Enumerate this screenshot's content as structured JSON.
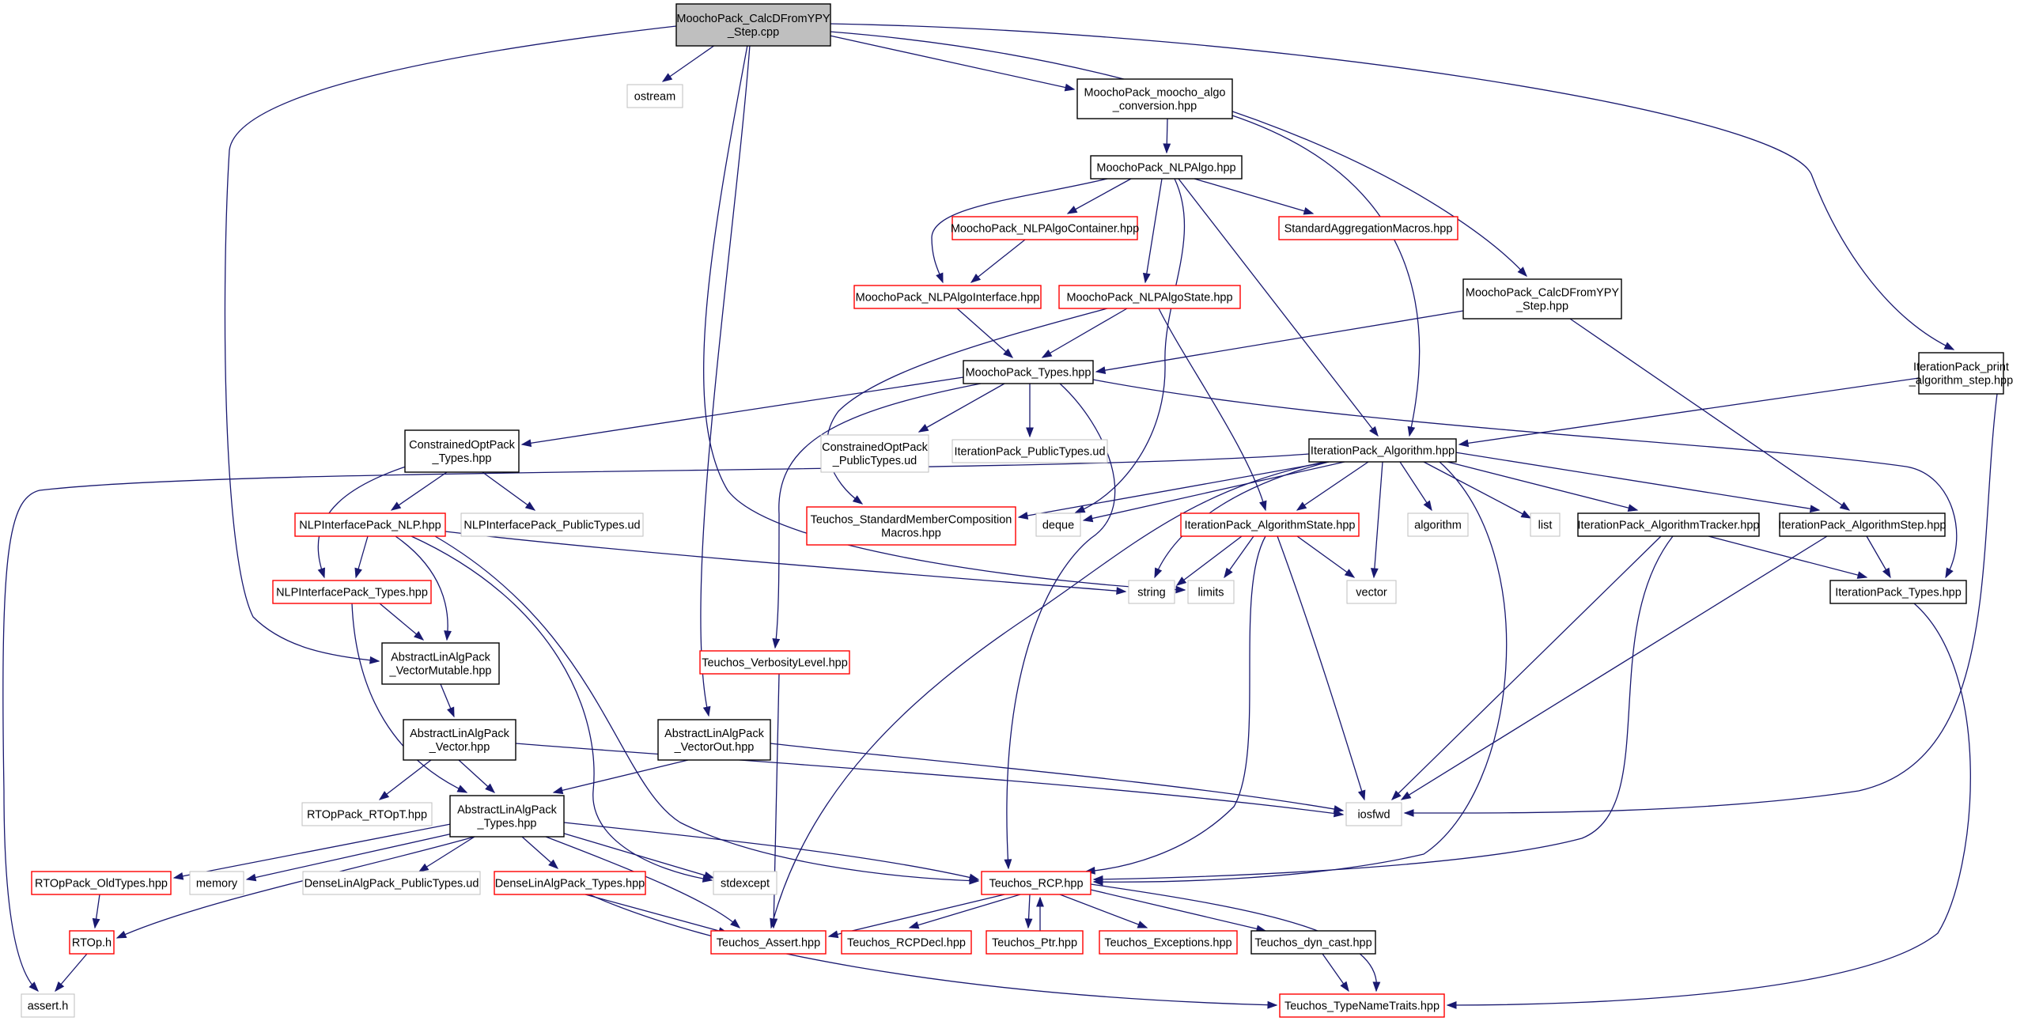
{
  "diagram": {
    "colors": {
      "edge": "#191970",
      "root_fill": "#bfbfbf",
      "documented_border": "#000000",
      "truncated_border": "#ff0000",
      "external_border": "#bfbfbf",
      "text": "#000000"
    },
    "nodes": [
      {
        "id": "root",
        "kind": "root",
        "lines": [
          "MoochoPack_CalcDFromYPY",
          "_Step.cpp"
        ]
      },
      {
        "id": "ostream",
        "kind": "external",
        "lines": [
          "ostream"
        ]
      },
      {
        "id": "moocho_algo_conversion",
        "kind": "documented",
        "lines": [
          "MoochoPack_moocho_algo",
          "_conversion.hpp"
        ]
      },
      {
        "id": "nlpalgo",
        "kind": "documented",
        "lines": [
          "MoochoPack_NLPAlgo.hpp"
        ]
      },
      {
        "id": "nlpalgocontainer",
        "kind": "truncated",
        "lines": [
          "MoochoPack_NLPAlgoContainer.hpp"
        ]
      },
      {
        "id": "standardaggregation",
        "kind": "truncated",
        "lines": [
          "StandardAggregationMacros.hpp"
        ]
      },
      {
        "id": "calcdfromypy_hpp",
        "kind": "documented",
        "lines": [
          "MoochoPack_CalcDFromYPY",
          "_Step.hpp"
        ]
      },
      {
        "id": "nlpalgointerface",
        "kind": "truncated",
        "lines": [
          "MoochoPack_NLPAlgoInterface.hpp"
        ]
      },
      {
        "id": "nlpalgostate",
        "kind": "truncated",
        "lines": [
          "MoochoPack_NLPAlgoState.hpp"
        ]
      },
      {
        "id": "moocho_types",
        "kind": "documented",
        "lines": [
          "MoochoPack_Types.hpp"
        ]
      },
      {
        "id": "print_algorithm_step",
        "kind": "documented",
        "lines": [
          "IterationPack_print",
          "_algorithm_step.hpp"
        ]
      },
      {
        "id": "constrainedopt_types",
        "kind": "documented",
        "lines": [
          "ConstrainedOptPack",
          "_Types.hpp"
        ]
      },
      {
        "id": "constrainedopt_publictypes",
        "kind": "external",
        "lines": [
          "ConstrainedOptPack",
          "_PublicTypes.ud"
        ]
      },
      {
        "id": "iterationpack_publictypes",
        "kind": "external",
        "lines": [
          "IterationPack_PublicTypes.ud"
        ]
      },
      {
        "id": "iterationpack_algorithm",
        "kind": "documented",
        "lines": [
          "IterationPack_Algorithm.hpp"
        ]
      },
      {
        "id": "nlpinterface_nlp",
        "kind": "truncated",
        "lines": [
          "NLPInterfacePack_NLP.hpp"
        ]
      },
      {
        "id": "nlpinterface_publictypes",
        "kind": "external",
        "lines": [
          "NLPInterfacePack_PublicTypes.ud"
        ]
      },
      {
        "id": "teuchos_standardmember",
        "kind": "truncated",
        "lines": [
          "Teuchos_StandardMemberComposition",
          "Macros.hpp"
        ]
      },
      {
        "id": "deque",
        "kind": "external",
        "lines": [
          "deque"
        ]
      },
      {
        "id": "iterationpack_algorithmstate",
        "kind": "truncated",
        "lines": [
          "IterationPack_AlgorithmState.hpp"
        ]
      },
      {
        "id": "algorithm",
        "kind": "external",
        "lines": [
          "algorithm"
        ]
      },
      {
        "id": "list",
        "kind": "external",
        "lines": [
          "list"
        ]
      },
      {
        "id": "algorithmtracker",
        "kind": "documented",
        "lines": [
          "IterationPack_AlgorithmTracker.hpp"
        ]
      },
      {
        "id": "algorithmstep",
        "kind": "documented",
        "lines": [
          "IterationPack_AlgorithmStep.hpp"
        ]
      },
      {
        "id": "nlpinterface_types",
        "kind": "truncated",
        "lines": [
          "NLPInterfacePack_Types.hpp"
        ]
      },
      {
        "id": "string",
        "kind": "external",
        "lines": [
          "string"
        ]
      },
      {
        "id": "limits",
        "kind": "external",
        "lines": [
          "limits"
        ]
      },
      {
        "id": "vector",
        "kind": "external",
        "lines": [
          "vector"
        ]
      },
      {
        "id": "iterationpack_types",
        "kind": "documented",
        "lines": [
          "IterationPack_Types.hpp"
        ]
      },
      {
        "id": "vectormutable",
        "kind": "documented",
        "lines": [
          "AbstractLinAlgPack",
          "_VectorMutable.hpp"
        ]
      },
      {
        "id": "verbositylevel",
        "kind": "truncated",
        "lines": [
          "Teuchos_VerbosityLevel.hpp"
        ]
      },
      {
        "id": "alap_vector",
        "kind": "documented",
        "lines": [
          "AbstractLinAlgPack",
          "_Vector.hpp"
        ]
      },
      {
        "id": "alap_vectorout",
        "kind": "documented",
        "lines": [
          "AbstractLinAlgPack",
          "_VectorOut.hpp"
        ]
      },
      {
        "id": "rtoppack_rtopt",
        "kind": "external",
        "lines": [
          "RTOpPack_RTOpT.hpp"
        ]
      },
      {
        "id": "alap_types",
        "kind": "documented",
        "lines": [
          "AbstractLinAlgPack",
          "_Types.hpp"
        ]
      },
      {
        "id": "iosfwd",
        "kind": "external",
        "lines": [
          "iosfwd"
        ]
      },
      {
        "id": "rtoppack_oldtypes",
        "kind": "truncated",
        "lines": [
          "RTOpPack_OldTypes.hpp"
        ]
      },
      {
        "id": "memory",
        "kind": "external",
        "lines": [
          "memory"
        ]
      },
      {
        "id": "densealg_publictypes",
        "kind": "external",
        "lines": [
          "DenseLinAlgPack_PublicTypes.ud"
        ]
      },
      {
        "id": "densealg_types",
        "kind": "truncated",
        "lines": [
          "DenseLinAlgPack_Types.hpp"
        ]
      },
      {
        "id": "stdexcept",
        "kind": "external",
        "lines": [
          "stdexcept"
        ]
      },
      {
        "id": "teuchos_rcp",
        "kind": "truncated",
        "lines": [
          "Teuchos_RCP.hpp"
        ]
      },
      {
        "id": "rtop_h",
        "kind": "truncated",
        "lines": [
          "RTOp.h"
        ]
      },
      {
        "id": "teuchos_assert",
        "kind": "truncated",
        "lines": [
          "Teuchos_Assert.hpp"
        ]
      },
      {
        "id": "teuchos_rcpdecl",
        "kind": "truncated",
        "lines": [
          "Teuchos_RCPDecl.hpp"
        ]
      },
      {
        "id": "teuchos_ptr",
        "kind": "truncated",
        "lines": [
          "Teuchos_Ptr.hpp"
        ]
      },
      {
        "id": "teuchos_exceptions",
        "kind": "truncated",
        "lines": [
          "Teuchos_Exceptions.hpp"
        ]
      },
      {
        "id": "teuchos_dyn_cast",
        "kind": "documented",
        "lines": [
          "Teuchos_dyn_cast.hpp"
        ]
      },
      {
        "id": "assert_h",
        "kind": "external",
        "lines": [
          "assert.h"
        ]
      },
      {
        "id": "teuchos_typenametraits",
        "kind": "truncated",
        "lines": [
          "Teuchos_TypeNameTraits.hpp"
        ]
      }
    ],
    "edges": [
      [
        "root",
        "ostream"
      ],
      [
        "root",
        "moocho_algo_conversion"
      ],
      [
        "root",
        "calcdfromypy_hpp"
      ],
      [
        "root",
        "print_algorithm_step"
      ],
      [
        "root",
        "vectormutable"
      ],
      [
        "root",
        "alap_vectorout"
      ],
      [
        "root",
        "limits"
      ],
      [
        "moocho_algo_conversion",
        "nlpalgo"
      ],
      [
        "moocho_algo_conversion",
        "iterationpack_algorithm"
      ],
      [
        "nlpalgo",
        "nlpalgocontainer"
      ],
      [
        "nlpalgo",
        "standardaggregation"
      ],
      [
        "nlpalgo",
        "nlpalgointerface"
      ],
      [
        "nlpalgo",
        "nlpalgostate"
      ],
      [
        "nlpalgo",
        "iterationpack_algorithm"
      ],
      [
        "nlpalgo",
        "deque"
      ],
      [
        "nlpalgocontainer",
        "nlpalgointerface"
      ],
      [
        "nlpalgointerface",
        "moocho_types"
      ],
      [
        "nlpalgostate",
        "moocho_types"
      ],
      [
        "nlpalgostate",
        "iterationpack_algorithmstate"
      ],
      [
        "nlpalgostate",
        "teuchos_standardmember"
      ],
      [
        "calcdfromypy_hpp",
        "moocho_types"
      ],
      [
        "calcdfromypy_hpp",
        "algorithmstep"
      ],
      [
        "print_algorithm_step",
        "iterationpack_algorithm"
      ],
      [
        "print_algorithm_step",
        "iosfwd"
      ],
      [
        "moocho_types",
        "constrainedopt_types"
      ],
      [
        "moocho_types",
        "constrainedopt_publictypes"
      ],
      [
        "moocho_types",
        "iterationpack_publictypes"
      ],
      [
        "moocho_types",
        "verbositylevel"
      ],
      [
        "moocho_types",
        "teuchos_rcp"
      ],
      [
        "moocho_types",
        "iterationpack_types"
      ],
      [
        "constrainedopt_types",
        "nlpinterface_nlp"
      ],
      [
        "constrainedopt_types",
        "nlpinterface_publictypes"
      ],
      [
        "constrainedopt_types",
        "nlpinterface_types"
      ],
      [
        "iterationpack_algorithm",
        "assert_h"
      ],
      [
        "iterationpack_algorithm",
        "teuchos_standardmember"
      ],
      [
        "iterationpack_algorithm",
        "deque"
      ],
      [
        "iterationpack_algorithm",
        "iterationpack_algorithmstate"
      ],
      [
        "iterationpack_algorithm",
        "algorithm"
      ],
      [
        "iterationpack_algorithm",
        "list"
      ],
      [
        "iterationpack_algorithm",
        "algorithmtracker"
      ],
      [
        "iterationpack_algorithm",
        "algorithmstep"
      ],
      [
        "iterationpack_algorithm",
        "string"
      ],
      [
        "iterationpack_algorithm",
        "vector"
      ],
      [
        "iterationpack_algorithm",
        "teuchos_assert"
      ],
      [
        "iterationpack_algorithm",
        "teuchos_rcp"
      ],
      [
        "nlpinterface_nlp",
        "nlpinterface_types"
      ],
      [
        "nlpinterface_nlp",
        "vectormutable"
      ],
      [
        "nlpinterface_nlp",
        "string"
      ],
      [
        "nlpinterface_nlp",
        "stdexcept"
      ],
      [
        "nlpinterface_nlp",
        "teuchos_rcp"
      ],
      [
        "nlpinterface_types",
        "vectormutable"
      ],
      [
        "nlpinterface_types",
        "alap_types"
      ],
      [
        "iterationpack_algorithmstate",
        "string"
      ],
      [
        "iterationpack_algorithmstate",
        "limits"
      ],
      [
        "iterationpack_algorithmstate",
        "vector"
      ],
      [
        "iterationpack_algorithmstate",
        "iosfwd"
      ],
      [
        "iterationpack_algorithmstate",
        "teuchos_rcp"
      ],
      [
        "algorithmtracker",
        "iterationpack_types"
      ],
      [
        "algorithmtracker",
        "iosfwd"
      ],
      [
        "algorithmtracker",
        "teuchos_rcp"
      ],
      [
        "algorithmstep",
        "iterationpack_types"
      ],
      [
        "algorithmstep",
        "iosfwd"
      ],
      [
        "iterationpack_types",
        "teuchos_typenametraits"
      ],
      [
        "vectormutable",
        "alap_vector"
      ],
      [
        "alap_vector",
        "rtoppack_rtopt"
      ],
      [
        "alap_vector",
        "alap_types"
      ],
      [
        "alap_vector",
        "iosfwd"
      ],
      [
        "alap_vectorout",
        "alap_types"
      ],
      [
        "alap_vectorout",
        "iosfwd"
      ],
      [
        "verbositylevel",
        "teuchos_assert"
      ],
      [
        "alap_types",
        "rtoppack_oldtypes"
      ],
      [
        "alap_types",
        "memory"
      ],
      [
        "alap_types",
        "densealg_publictypes"
      ],
      [
        "alap_types",
        "densealg_types"
      ],
      [
        "alap_types",
        "stdexcept"
      ],
      [
        "alap_types",
        "teuchos_rcp"
      ],
      [
        "alap_types",
        "rtop_h"
      ],
      [
        "alap_types",
        "teuchos_assert"
      ],
      [
        "rtoppack_oldtypes",
        "rtop_h"
      ],
      [
        "rtop_h",
        "assert_h"
      ],
      [
        "densealg_types",
        "teuchos_assert"
      ],
      [
        "densealg_types",
        "teuchos_typenametraits"
      ],
      [
        "teuchos_rcp",
        "teuchos_assert"
      ],
      [
        "teuchos_rcp",
        "teuchos_rcpdecl"
      ],
      [
        "teuchos_rcp",
        "teuchos_ptr"
      ],
      [
        "teuchos_rcp",
        "teuchos_exceptions"
      ],
      [
        "teuchos_rcp",
        "teuchos_dyn_cast"
      ],
      [
        "teuchos_rcp",
        "teuchos_typenametraits"
      ],
      [
        "teuchos_ptr",
        "teuchos_rcp"
      ],
      [
        "teuchos_dyn_cast",
        "teuchos_typenametraits"
      ]
    ]
  }
}
